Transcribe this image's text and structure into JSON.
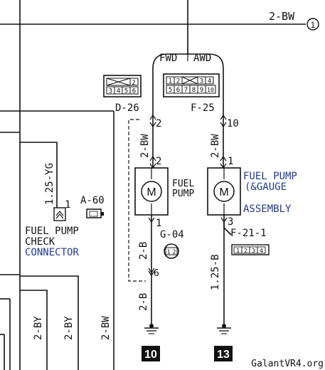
{
  "top_wire": {
    "label": "2-BW",
    "ref": "1"
  },
  "variants": {
    "fwd": "FWD",
    "awd": "AWD"
  },
  "connectors": {
    "d26": {
      "id": "D-26",
      "top_pins": [
        "2"
      ],
      "bottom_pins": [
        "3",
        "4",
        "5",
        "6"
      ]
    },
    "f25": {
      "id": "F-25",
      "top_pins": [
        "1",
        "2",
        "3",
        "4"
      ],
      "bottom_pins": [
        "5",
        "6",
        "7",
        "8",
        "9",
        "10"
      ]
    },
    "a60": {
      "id": "A-60"
    },
    "g04": {
      "id": "G-04",
      "pins": [
        "1",
        "2"
      ]
    },
    "f211": {
      "id": "F-21-1",
      "pins": [
        "1",
        "2",
        "3",
        "4"
      ]
    }
  },
  "left_branch": {
    "wire": "2-BW",
    "pin_top": "2",
    "pin_motor_top": "2",
    "motor_label_1": "FUEL",
    "motor_label_2": "PUMP",
    "pin_motor_bottom": "1",
    "wire_bottom": "2-B",
    "pin_junction": "6",
    "wire_ground": "2-B",
    "ground_ref": "10"
  },
  "right_branch": {
    "wire": "2-BW",
    "pin_top": "10",
    "pin_motor_top": "1",
    "motor_label_1": "FUEL PUMP",
    "motor_label_2": "(&GAUGE",
    "motor_label_3": "ASSEMBLY",
    "pin_motor_bottom": "3",
    "wire_bottom": "1.25-B",
    "ground_ref": "13"
  },
  "check_connector": {
    "wire": "1.25-YG",
    "pin": "1",
    "label_1": "FUEL PUMP",
    "label_2": "CHECK",
    "label_3": "CONNECTOR"
  },
  "bottom_wires": [
    "2-BY",
    "2-BY",
    "2-BW"
  ],
  "motor_symbol": "M",
  "watermark": "GalantVR4.org"
}
